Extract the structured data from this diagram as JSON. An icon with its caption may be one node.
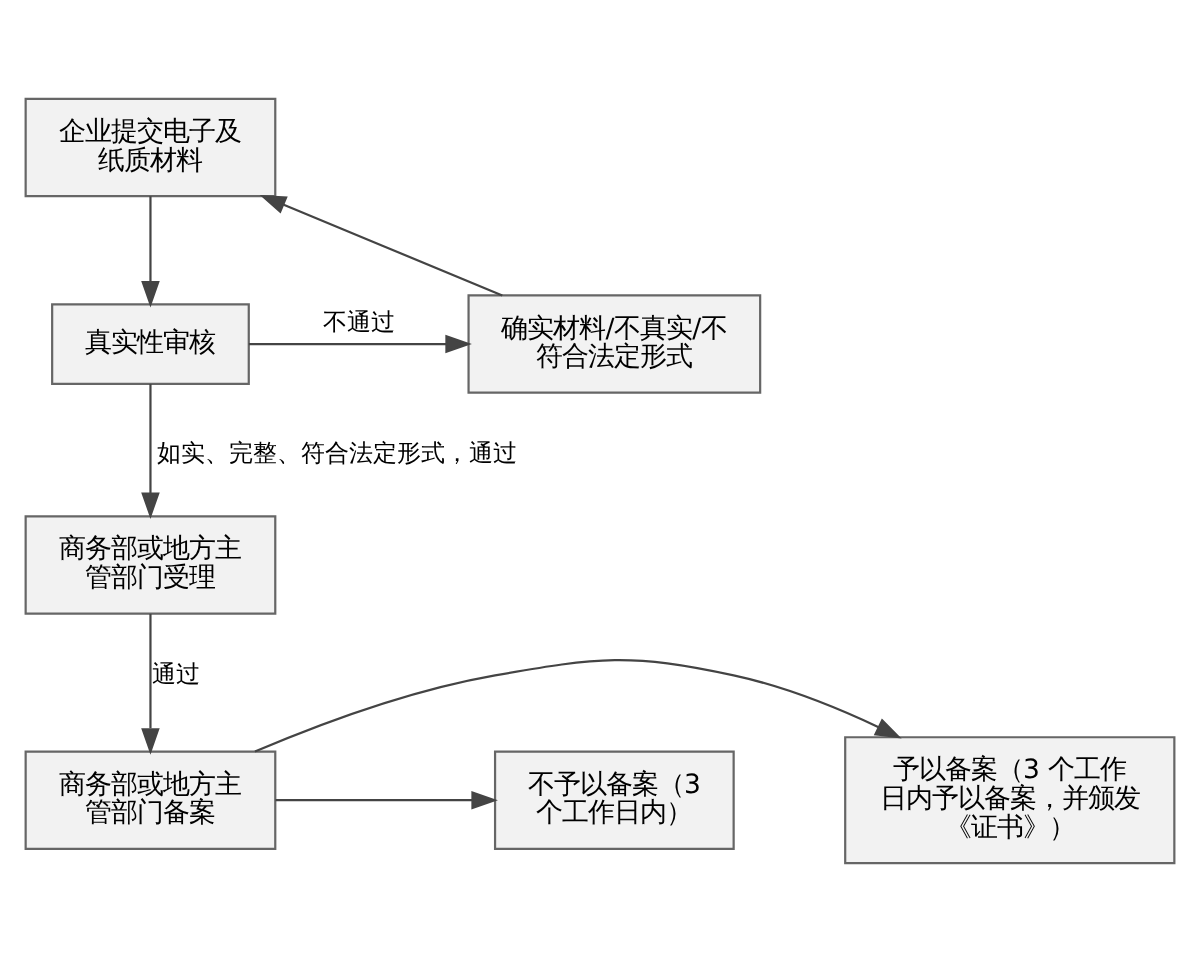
{
  "diagram": {
    "nodes": [
      {
        "text": [
          "企业提交电子及纸质材料"
        ]
      },
      {
        "text": [
          "确实材料/不真实/不符合法定形式"
        ]
      },
      {
        "text": [
          "真实性审核"
        ]
      },
      {
        "text": [
          "商务部或地方主管部门受理"
        ]
      },
      {
        "text": [
          "予以备案（3 个工作日内予以备案，并颁发《证书》）"
        ]
      },
      {
        "text": [
          "商务部或地方主管部门备案"
        ]
      },
      {
        "text": [
          "不予以备案（3 个工作日内）"
        ]
      }
    ],
    "edges": [
      {
        "from": 1,
        "to": 0,
        "arrow": "to"
      },
      {
        "from": 0,
        "to": 2,
        "arrow": "to"
      },
      {
        "from": 2,
        "to": 1,
        "arrow": "to",
        "label": "不通过"
      },
      {
        "from": 2,
        "to": 3,
        "arrow": "to",
        "label": "如实、完整、符合法定形式，通过"
      },
      {
        "from": 3,
        "to": 5,
        "arrow": "to",
        "label": "通过"
      },
      {
        "from": 5,
        "to": 4,
        "arrow": "to"
      },
      {
        "from": 5,
        "to": 6,
        "arrow": "to"
      }
    ]
  }
}
